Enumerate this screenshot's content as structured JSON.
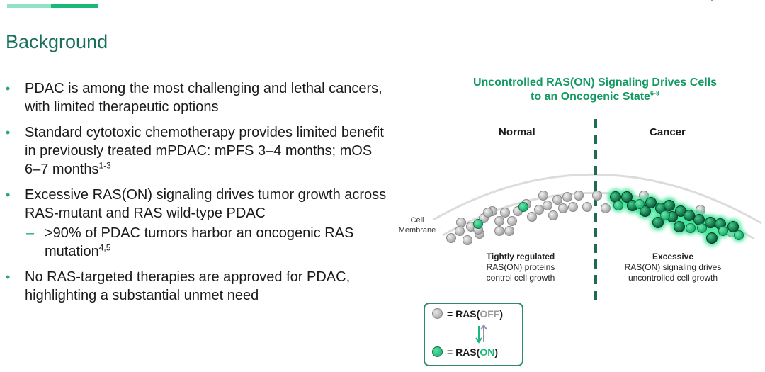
{
  "header": {
    "title": "Background"
  },
  "bullets": [
    {
      "text": "PDAC is among the most challenging and lethal cancers, with limited therapeutic options",
      "sup": ""
    },
    {
      "text": "Standard cytotoxic chemotherapy provides limited benefit in previously treated mPDAC: mPFS 3–4 months; mOS 6–7 months",
      "sup": "1-3"
    },
    {
      "text": "Excessive RAS(ON) signaling drives tumor growth across RAS-mutant and RAS wild-type PDAC",
      "sup": "",
      "sub": {
        "text": ">90% of PDAC tumors harbor an oncogenic RAS mutation",
        "sup": "4,5"
      }
    },
    {
      "text": "No RAS-targeted therapies are approved for PDAC, highlighting a substantial unmet need",
      "sup": ""
    }
  ],
  "bullet_marker": "•",
  "sub_marker": "–",
  "diagram": {
    "title_line1": "Uncontrolled RAS(ON) Signaling Drives Cells",
    "title_line2": "to an Oncogenic State",
    "title_sup": "6-8",
    "normal_label": "Normal",
    "cancer_label": "Cancer",
    "membrane_label_1": "Cell",
    "membrane_label_2": "Membrane",
    "normal_caption_bold": "Tightly regulated",
    "normal_caption_1": "RAS(ON) proteins",
    "normal_caption_2": "control cell growth",
    "cancer_caption_bold": "Excessive",
    "cancer_caption_1": "RAS(ON) signaling drives",
    "cancer_caption_2": "uncontrolled cell growth",
    "legend": {
      "equals": "=",
      "ras": "RAS",
      "off_paren_open": "(",
      "off_word": "OFF",
      "off_paren_close": ")",
      "on_word": "ON"
    }
  },
  "colors": {
    "brand_green": "#19b97a",
    "title_green": "#17705a",
    "ras_off_grey": "#a6a6a6",
    "ras_on_green": "#19b97a",
    "divider_dark_green": "#1e6b50"
  },
  "icons": {
    "ras_off": "grey-sphere",
    "ras_on": "green-sphere",
    "equilibrium_arrows": "up-down-arrows"
  }
}
